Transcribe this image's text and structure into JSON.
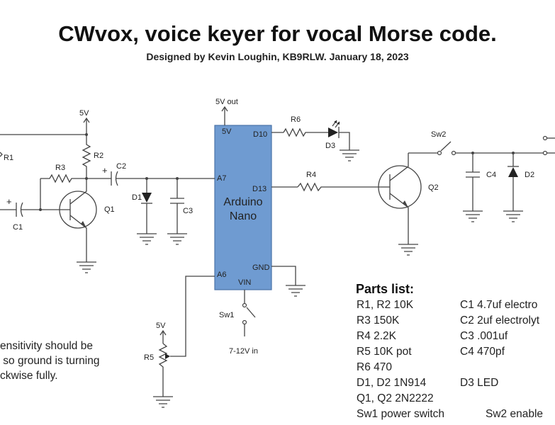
{
  "header": {
    "title": "CWvox, voice keyer for vocal Morse code.",
    "subtitle": "Designed by Kevin Loughin, KB9RLW. January 18, 2023"
  },
  "chip": {
    "name_line1": "Arduino",
    "name_line2": "Nano",
    "fill": "#6f9bd1",
    "pins": {
      "v5": "5V",
      "d10": "D10",
      "a7": "A7",
      "d13": "D13",
      "gnd": "GND",
      "a6": "A6",
      "vin": "VIN"
    }
  },
  "labels": {
    "v5_out": "5V out",
    "v5_left": "5V",
    "v5_pot": "5V",
    "r1": "R1",
    "r2": "R2",
    "r3": "R3",
    "r4": "R4",
    "r5": "R5",
    "r6": "R6",
    "c1": "C1",
    "c2": "C2",
    "c3": "C3",
    "c4": "C4",
    "d1": "D1",
    "d2": "D2",
    "d3": "D3",
    "q1": "Q1",
    "q2": "Q2",
    "sw1": "Sw1",
    "sw2": "Sw2",
    "vin_in": "7-12V in",
    "plus_c1": "+",
    "plus_c2": "+"
  },
  "parts_list": {
    "title": "Parts list:",
    "left": [
      "R1, R2  10K",
      "R3  150K",
      "R4  2.2K",
      "R5  10K pot",
      "R6  470",
      "D1, D2  1N914",
      "Q1, Q2  2N2222",
      "Sw1 power switch"
    ],
    "right": [
      "C1  4.7uf electro",
      "C2  2uf electrolyt",
      "C3  .001uf",
      "C4  470pf",
      "D3 LED",
      "Sw2 enable"
    ]
  },
  "note": {
    "lines": [
      "ensitivity should be",
      " so ground is turning",
      "ckwise fully."
    ]
  }
}
